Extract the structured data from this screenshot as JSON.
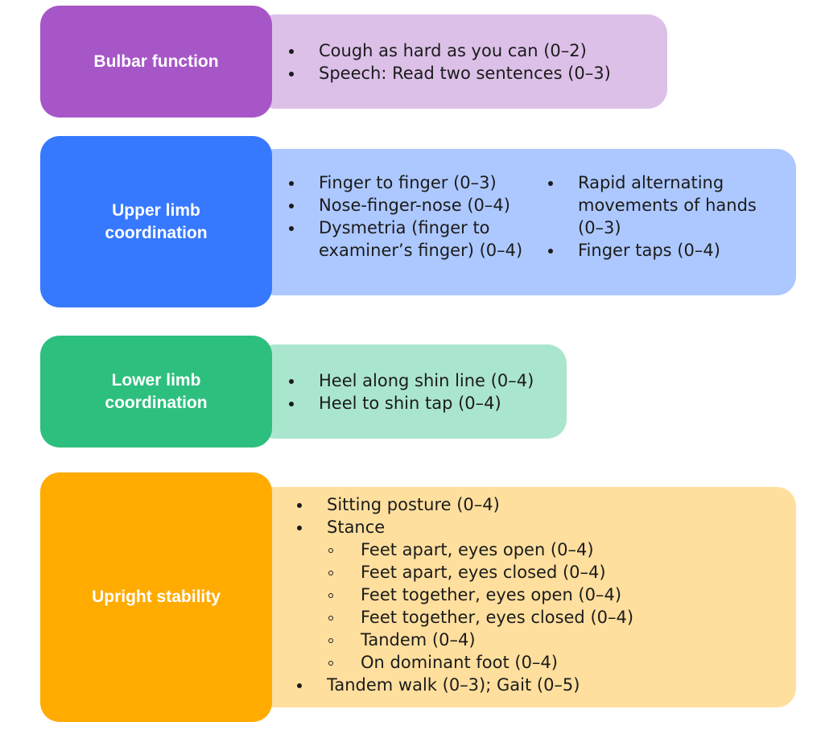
{
  "colors": {
    "bulbar_dark": "#A656C7",
    "bulbar_light": "#DCC0E8",
    "upper_dark": "#3679FF",
    "upper_light": "#ADC8FF",
    "lower_dark": "#2DBF7E",
    "lower_light": "#AAE6CD",
    "upright_dark": "#FFAB00",
    "upright_light": "#FFDF9E"
  },
  "sections": {
    "bulbar": {
      "title": "Bulbar function",
      "items": [
        "Cough as hard as you can (0–2)",
        "Speech: Read two sentences (0–3)"
      ]
    },
    "upper_limb": {
      "title": "Upper limb\ncoordination",
      "col1": [
        "Finger to finger (0–3)",
        "Nose-finger-nose (0–4)",
        "Dysmetria (finger to examiner’s finger) (0–4)"
      ],
      "col2": [
        "Rapid alternating movements of hands (0–3)",
        "Finger taps (0–4)"
      ]
    },
    "lower_limb": {
      "title": "Lower limb\ncoordination",
      "items": [
        "Heel along shin line (0–4)",
        "Heel to shin tap (0–4)"
      ]
    },
    "upright": {
      "title": "Upright stability",
      "items": [
        "Sitting posture (0–4)",
        "Stance"
      ],
      "stance_subitems": [
        "Feet apart, eyes open (0–4)",
        "Feet apart, eyes closed (0–4)",
        "Feet together, eyes open (0–4)",
        "Feet together, eyes closed (0–4)",
        "Tandem (0–4)",
        "On dominant foot (0–4)"
      ],
      "final_item": "Tandem walk (0–3); Gait (0–5)"
    }
  }
}
